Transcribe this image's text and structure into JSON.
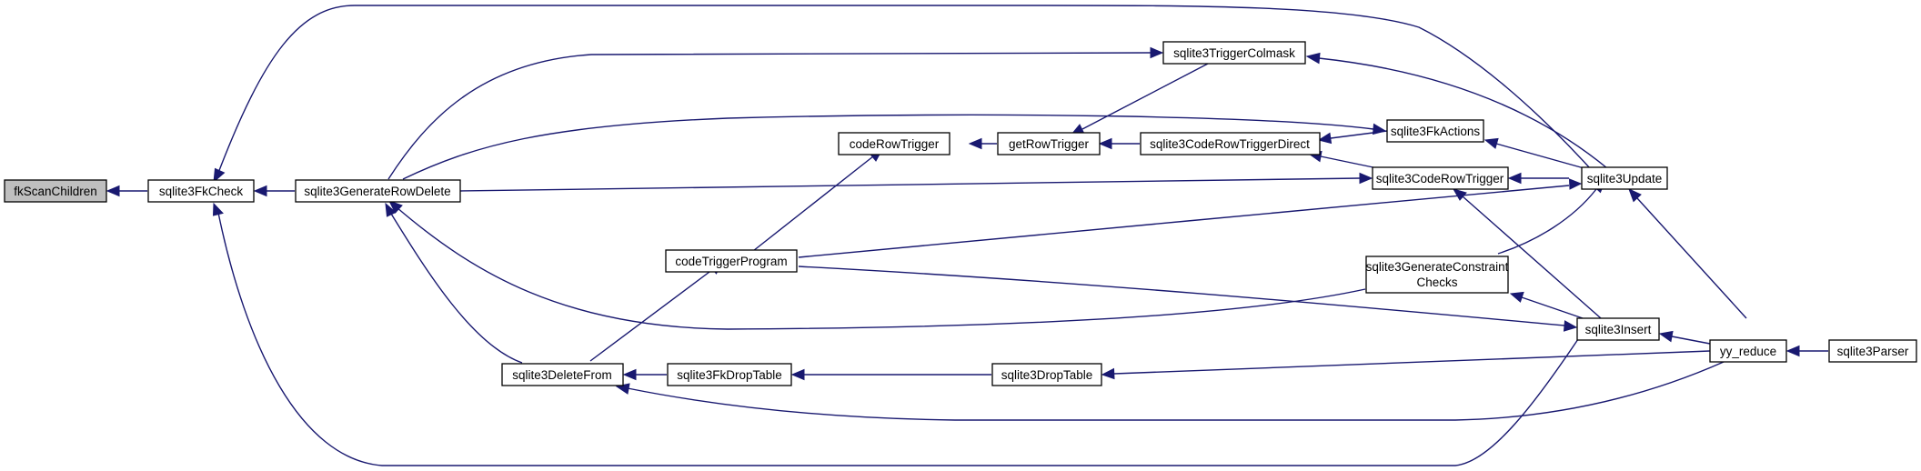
{
  "nodes": {
    "fkScanChildren": "fkScanChildren",
    "sqlite3FkCheck": "sqlite3FkCheck",
    "sqlite3GenerateRowDelete": "sqlite3GenerateRowDelete",
    "sqlite3DeleteFrom": "sqlite3DeleteFrom",
    "codeTriggerProgram": "codeTriggerProgram",
    "codeRowTrigger": "codeRowTrigger",
    "getRowTrigger": "getRowTrigger",
    "sqlite3TriggerColmask": "sqlite3TriggerColmask",
    "sqlite3CodeRowTriggerDirect": "sqlite3CodeRowTriggerDirect",
    "sqlite3FkActions": "sqlite3FkActions",
    "sqlite3CodeRowTrigger": "sqlite3CodeRowTrigger",
    "sqlite3GenerateConstraintChecks_1": "sqlite3GenerateConstraint",
    "sqlite3GenerateConstraintChecks_2": "Checks",
    "sqlite3FkDropTable": "sqlite3FkDropTable",
    "sqlite3DropTable": "sqlite3DropTable",
    "sqlite3Insert": "sqlite3Insert",
    "sqlite3Update": "sqlite3Update",
    "yy_reduce": "yy_reduce",
    "sqlite3Parser": "sqlite3Parser"
  },
  "colors": {
    "edge": "#191970",
    "root_fill": "#bfbfbf",
    "node_fill": "#ffffff",
    "node_border": "#000000"
  }
}
